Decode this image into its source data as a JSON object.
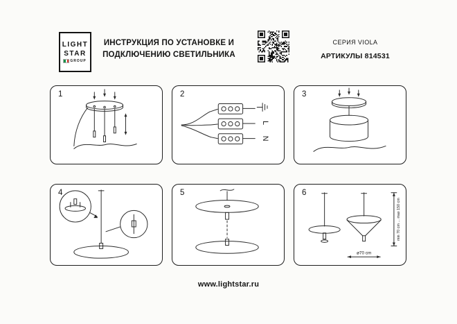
{
  "header": {
    "logo_line1": "LIGHT",
    "logo_line2": "STAR",
    "logo_line3": "GROUP",
    "title_line1": "ИНСТРУКЦИЯ ПО УСТАНОВКЕ И",
    "title_line2": "ПОДКЛЮЧЕНИЮ СВЕТИЛЬНИКА",
    "series": "СЕРИЯ VIOLA",
    "articles_label": "АРТИКУЛЫ",
    "article_number": "814531"
  },
  "steps": [
    {
      "number": "1"
    },
    {
      "number": "2"
    },
    {
      "number": "3"
    },
    {
      "number": "4"
    },
    {
      "number": "5"
    },
    {
      "number": "6"
    }
  ],
  "wiring": {
    "live_label": "L",
    "neutral_label": "N"
  },
  "dimensions": {
    "height_range": "min 70 cm ... max 150 cm",
    "diameter": "ø70 cm"
  },
  "footer": {
    "website": "www.lightstar.ru"
  }
}
